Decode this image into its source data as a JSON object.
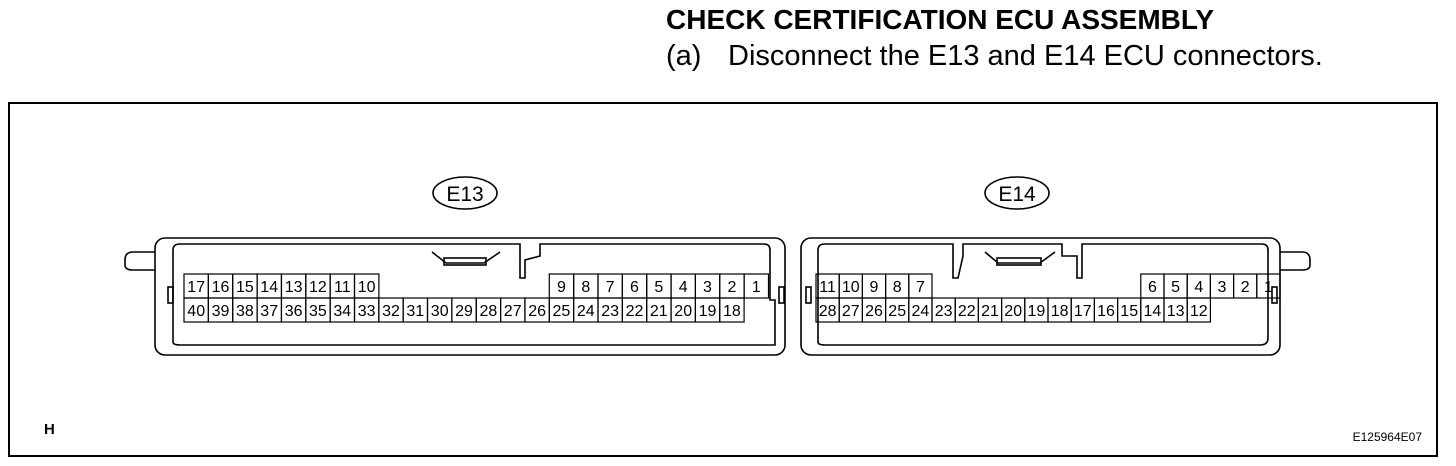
{
  "header": {
    "title": "CHECK CERTIFICATION ECU ASSEMBLY",
    "step_label": "(a)",
    "step_text": "Disconnect the E13 and E14 ECU connectors."
  },
  "figure": {
    "corner_mark": "H",
    "code": "E125964E07",
    "connectors": [
      {
        "label": "E13",
        "top_row": [
          "17",
          "16",
          "15",
          "14",
          "13",
          "12",
          "11",
          "10",
          "",
          "",
          "",
          "",
          "",
          "",
          "",
          "9",
          "8",
          "7",
          "6",
          "5",
          "4",
          "3",
          "2",
          "1"
        ],
        "bottom_row": [
          "40",
          "39",
          "38",
          "37",
          "36",
          "35",
          "34",
          "33",
          "32",
          "31",
          "30",
          "29",
          "28",
          "27",
          "26",
          "25",
          "24",
          "23",
          "22",
          "21",
          "20",
          "19",
          "18"
        ]
      },
      {
        "label": "E14",
        "top_row": [
          "11",
          "10",
          "9",
          "8",
          "7",
          "",
          "",
          "",
          "",
          "",
          "",
          "",
          "",
          "",
          "6",
          "5",
          "4",
          "3",
          "2",
          "1"
        ],
        "bottom_row": [
          "28",
          "27",
          "26",
          "25",
          "24",
          "23",
          "22",
          "21",
          "20",
          "19",
          "18",
          "17",
          "16",
          "15",
          "14",
          "13",
          "12"
        ]
      }
    ]
  }
}
